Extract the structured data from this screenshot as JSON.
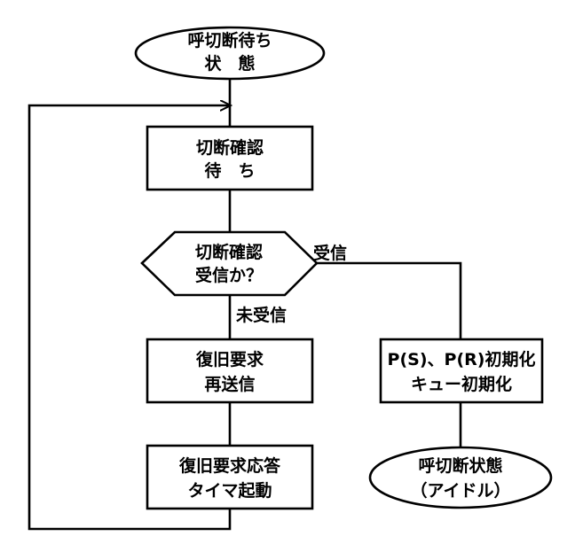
{
  "flowchart": {
    "start": {
      "line1": "呼切断待ち",
      "line2": "状　態"
    },
    "wait_confirm": {
      "line1": "切断確認",
      "line2": "待　ち"
    },
    "decision": {
      "line1": "切断確認",
      "line2": "受信か？"
    },
    "label_received": "受信",
    "label_not_received": "未受信",
    "resend": {
      "line1": "復旧要求",
      "line2": "再送信"
    },
    "timer": {
      "line1": "復旧要求応答",
      "line2": "タイマ起動"
    },
    "init": {
      "line1": "P(S)、P(R)初期化",
      "line2": "キュー初期化"
    },
    "end": {
      "line1": "呼切断状態",
      "line2": "（アイドル）"
    }
  }
}
